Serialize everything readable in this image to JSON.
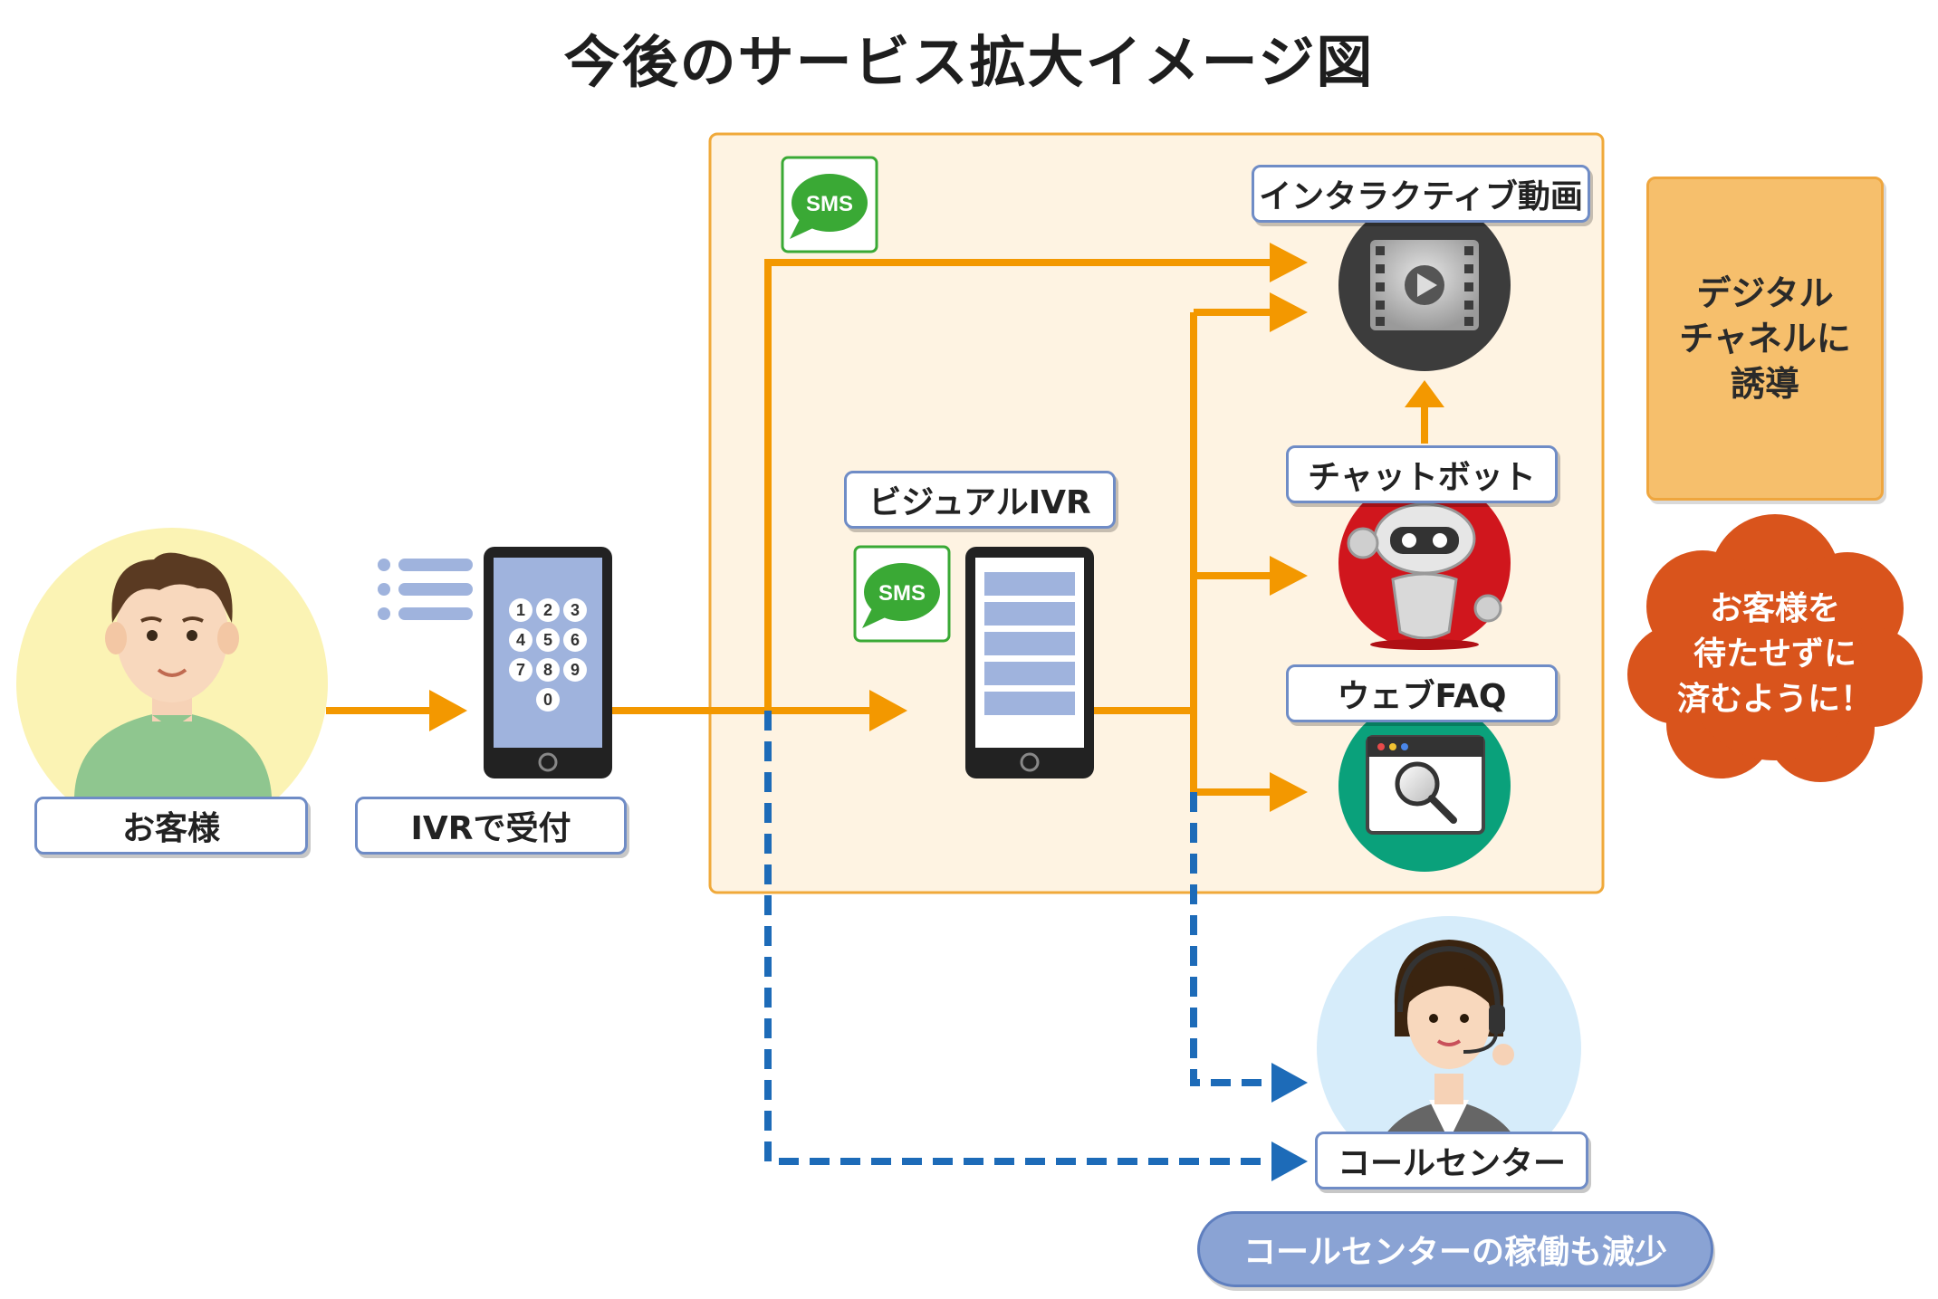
{
  "title": "今後のサービス拡大イメージ図",
  "labels": {
    "customer": "お客様",
    "ivr_reception": "IVRで受付",
    "visual_ivr": "ビジュアルIVR",
    "interactive_video": "インタラクティブ動画",
    "chatbot": "チャットボット",
    "web_faq": "ウェブFAQ",
    "call_center": "コールセンター"
  },
  "sms": "SMS",
  "keypad": [
    "1",
    "2",
    "3",
    "4",
    "5",
    "6",
    "7",
    "8",
    "9",
    "0"
  ],
  "digital_channel": "デジタル\nチャネルに\n誘導",
  "cloud_message": "お客様を\n待たせずに\n済むように！",
  "reduce_message": "コールセンターの稼働も減少",
  "colors": {
    "orange_arrow": "#f39800",
    "blue_dashed": "#1d6bb8",
    "panel_bg": "#fef3e2",
    "panel_border": "#f0a93a",
    "label_border": "#6f8cc6",
    "cloud": "#d9541c",
    "sms_green": "#3aa935"
  }
}
